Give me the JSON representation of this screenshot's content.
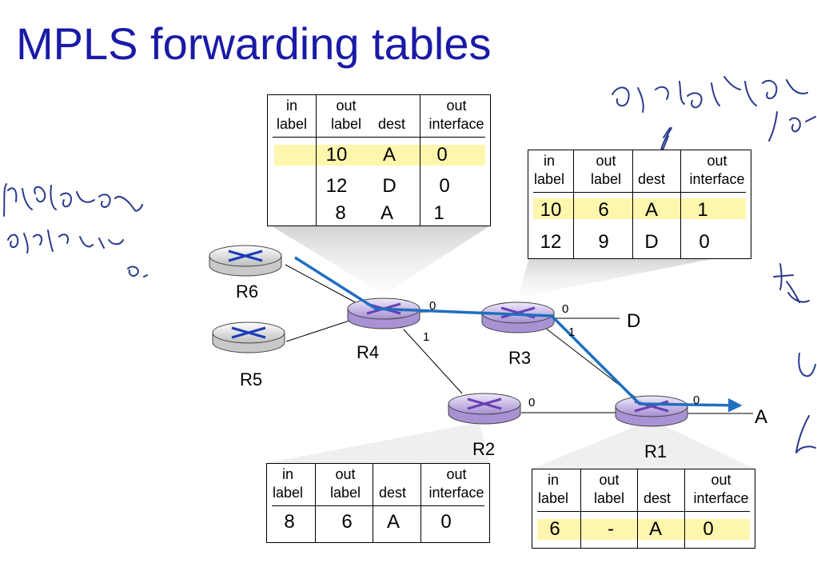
{
  "title": "MPLS forwarding tables",
  "routers": {
    "r1": "R1",
    "r2": "R2",
    "r3": "R3",
    "r4": "R4",
    "r5": "R5",
    "r6": "R6"
  },
  "destinations": {
    "a": "A",
    "d": "D"
  },
  "ports": {
    "r4_r3": "0",
    "r4_r2": "1",
    "r3_d": "0",
    "r3_r1": "1",
    "r2_r1": "0",
    "r1_a": "0"
  },
  "table_headers": {
    "in_1": "in",
    "in_2": "label",
    "out_1": "out",
    "out_2": "label",
    "dest": "dest",
    "outif_1": "out",
    "outif_2": "interface"
  },
  "tables": {
    "r4": [
      {
        "in": "",
        "out": "10",
        "dest": "A",
        "iface": "0"
      },
      {
        "in": "",
        "out": "12",
        "dest": "D",
        "iface": "0"
      },
      {
        "in": "",
        "out": "8",
        "dest": "A",
        "iface": "1"
      }
    ],
    "r3": [
      {
        "in": "10",
        "out": "6",
        "dest": "A",
        "iface": "1"
      },
      {
        "in": "12",
        "out": "9",
        "dest": "D",
        "iface": "0"
      }
    ],
    "r2": [
      {
        "in": "8",
        "out": "6",
        "dest": "A",
        "iface": "0"
      }
    ],
    "r1": [
      {
        "in": "6",
        "out": "-",
        "dest": "A",
        "iface": "0"
      }
    ]
  },
  "colors": {
    "title": "#1a1aa6",
    "path": "#1f6fbf",
    "highlight": "#fff6ad",
    "ink": "#2a3a8c",
    "router_purple": "#b7a6da",
    "router_gray": "#d4d4d4"
  },
  "icons": {
    "router": "router-icon",
    "packet_path": "label-switched-path-arrow"
  }
}
